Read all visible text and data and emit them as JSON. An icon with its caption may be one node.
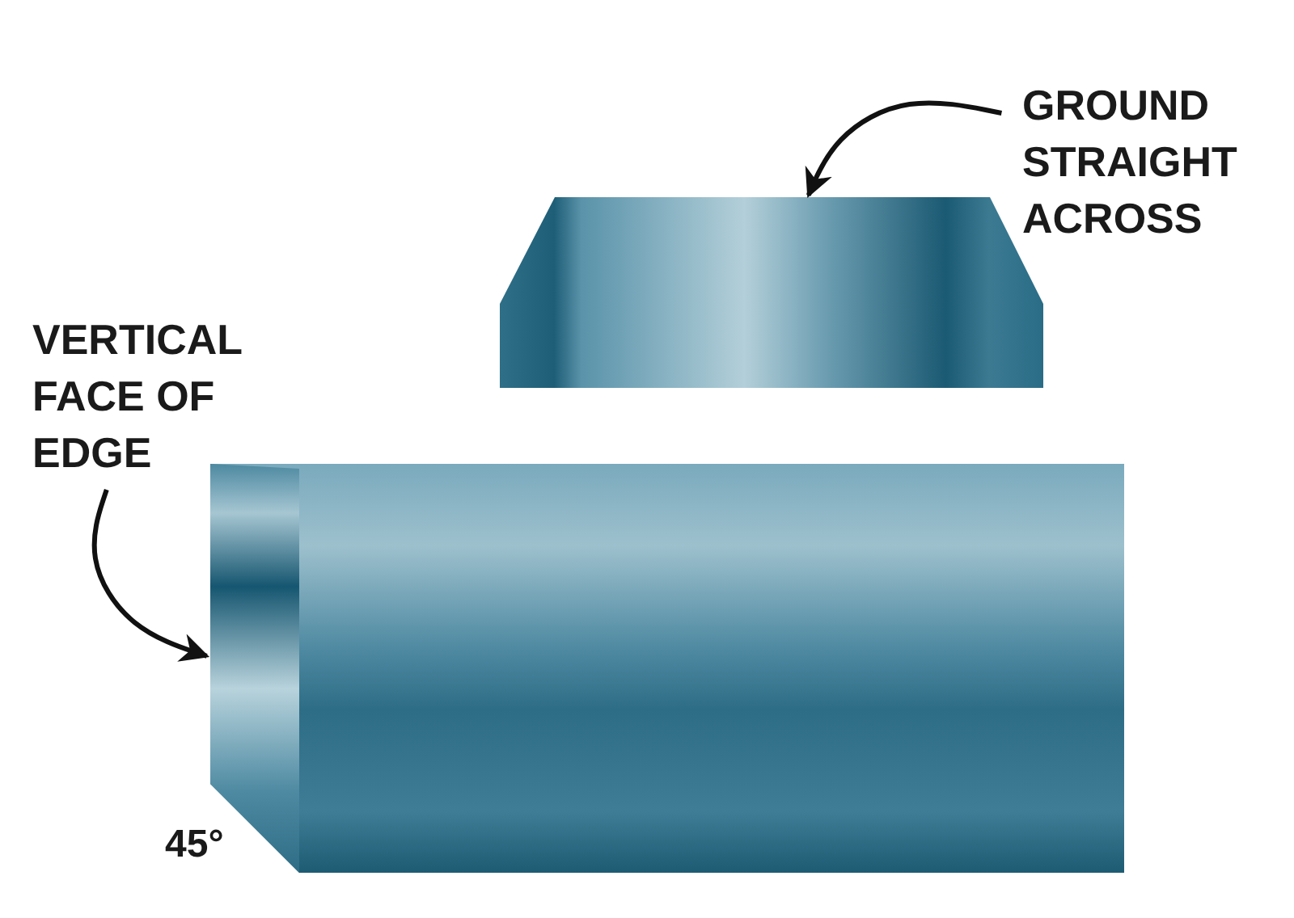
{
  "diagram": {
    "nodes": [
      {
        "text": [
          "GROUND STRAIGHT ACROSS"
        ]
      },
      {
        "text": [],
        "shape": "picture"
      },
      {
        "text": [
          "VERTICAL FACE OF EDGE"
        ]
      },
      {
        "text": [],
        "shape": "picture"
      }
    ],
    "edges": [
      {
        "from": 0,
        "to": 1,
        "arrow": "to"
      },
      {
        "from": 2,
        "to": 3,
        "arrow": "to"
      }
    ],
    "labels": [
      "45°"
    ]
  }
}
